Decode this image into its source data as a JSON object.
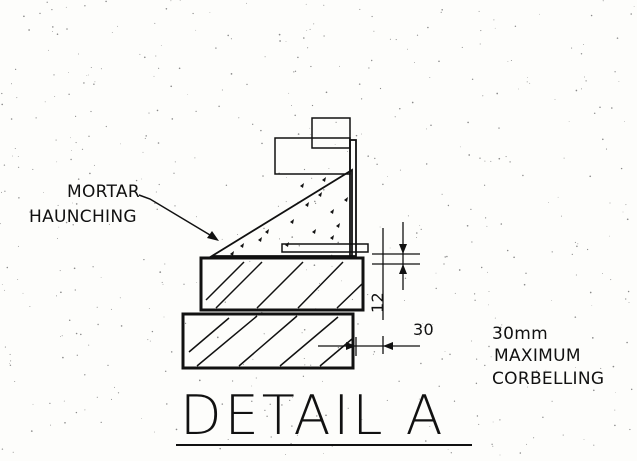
{
  "labels": {
    "mortar_haunching_line1": "MORTAR",
    "mortar_haunching_line2": "HAUNCHING",
    "dim_12": "12",
    "dim_30": "30",
    "corbelling_line1": "30mm",
    "corbelling_line2": "MAXIMUM",
    "corbelling_line3": "CORBELLING"
  },
  "title": "DETAIL A",
  "colors": {
    "ink": "#111111",
    "paper": "#fdfdfb"
  }
}
